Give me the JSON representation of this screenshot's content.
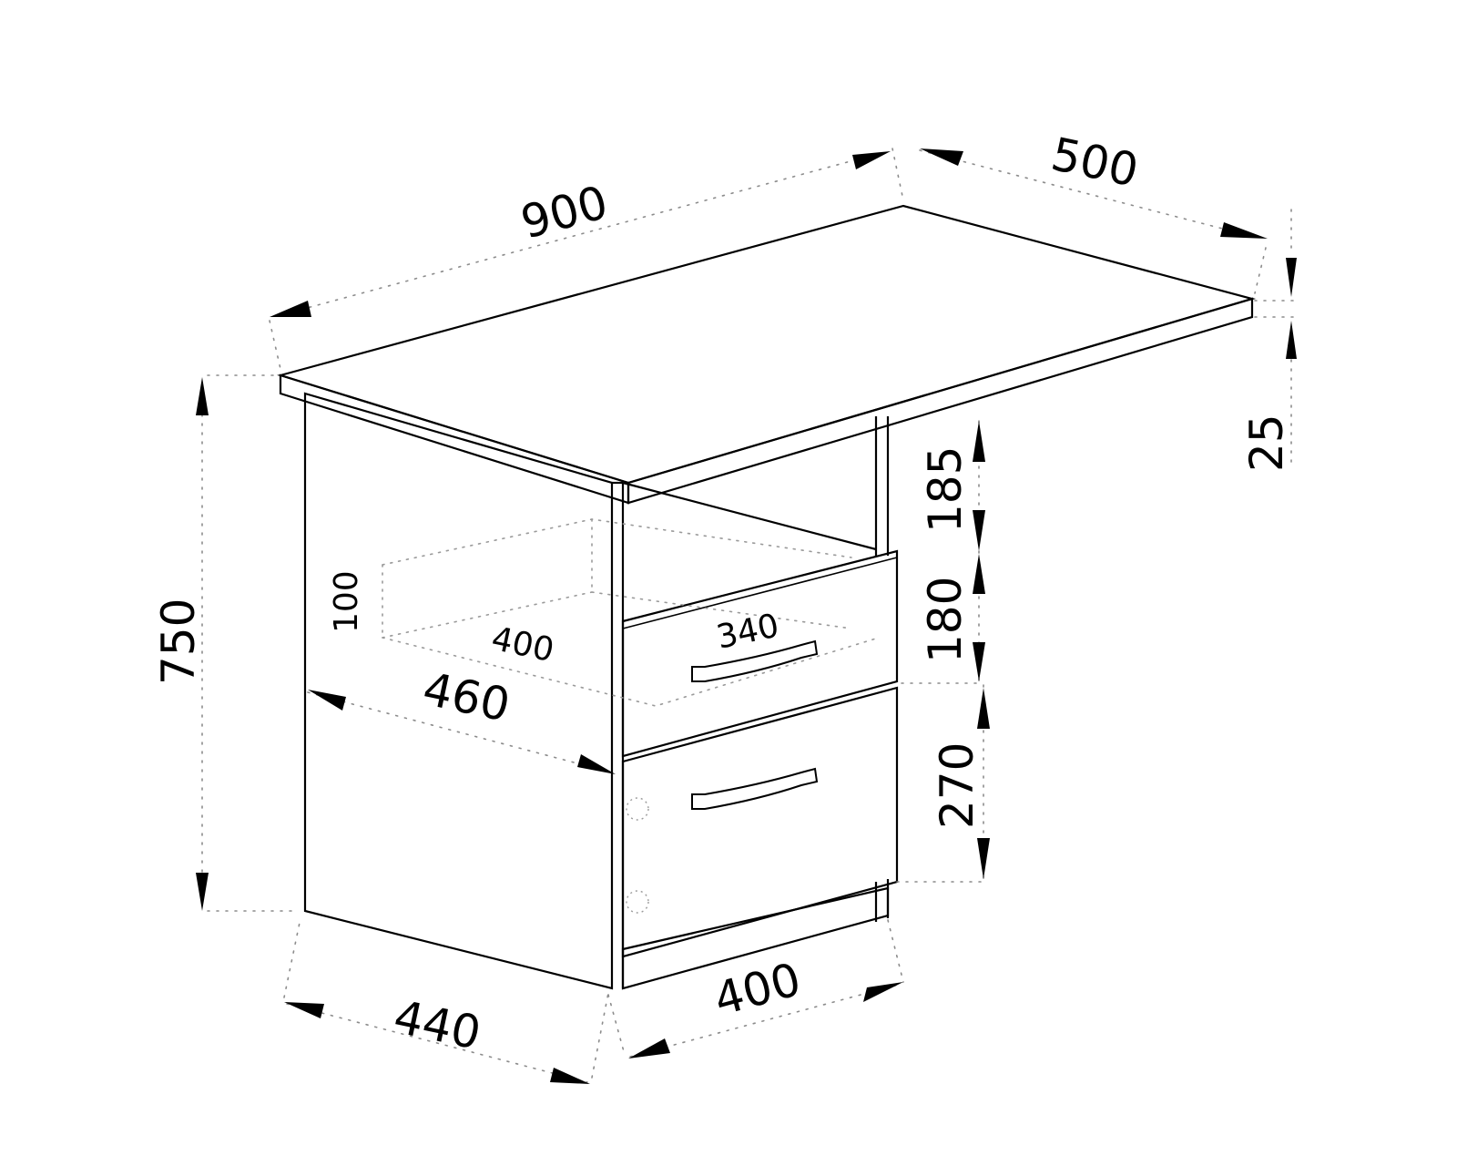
{
  "diagram": {
    "subject": "desk with drawer pedestal",
    "dimensions": {
      "width": "900",
      "depth": "500",
      "top_thickness": "25",
      "height": "750",
      "open_shelf_height": "185",
      "top_drawer_height": "180",
      "bottom_drawer_height": "270",
      "pedestal_depth": "460",
      "pedestal_base_depth": "440",
      "pedestal_width": "400",
      "drawer_inner_width": "340",
      "drawer_inner_depth": "400",
      "drawer_inner_height": "100"
    },
    "colors": {
      "lines": "#000000",
      "hidden_lines": "#9a9a9a",
      "background": "#ffffff"
    }
  }
}
